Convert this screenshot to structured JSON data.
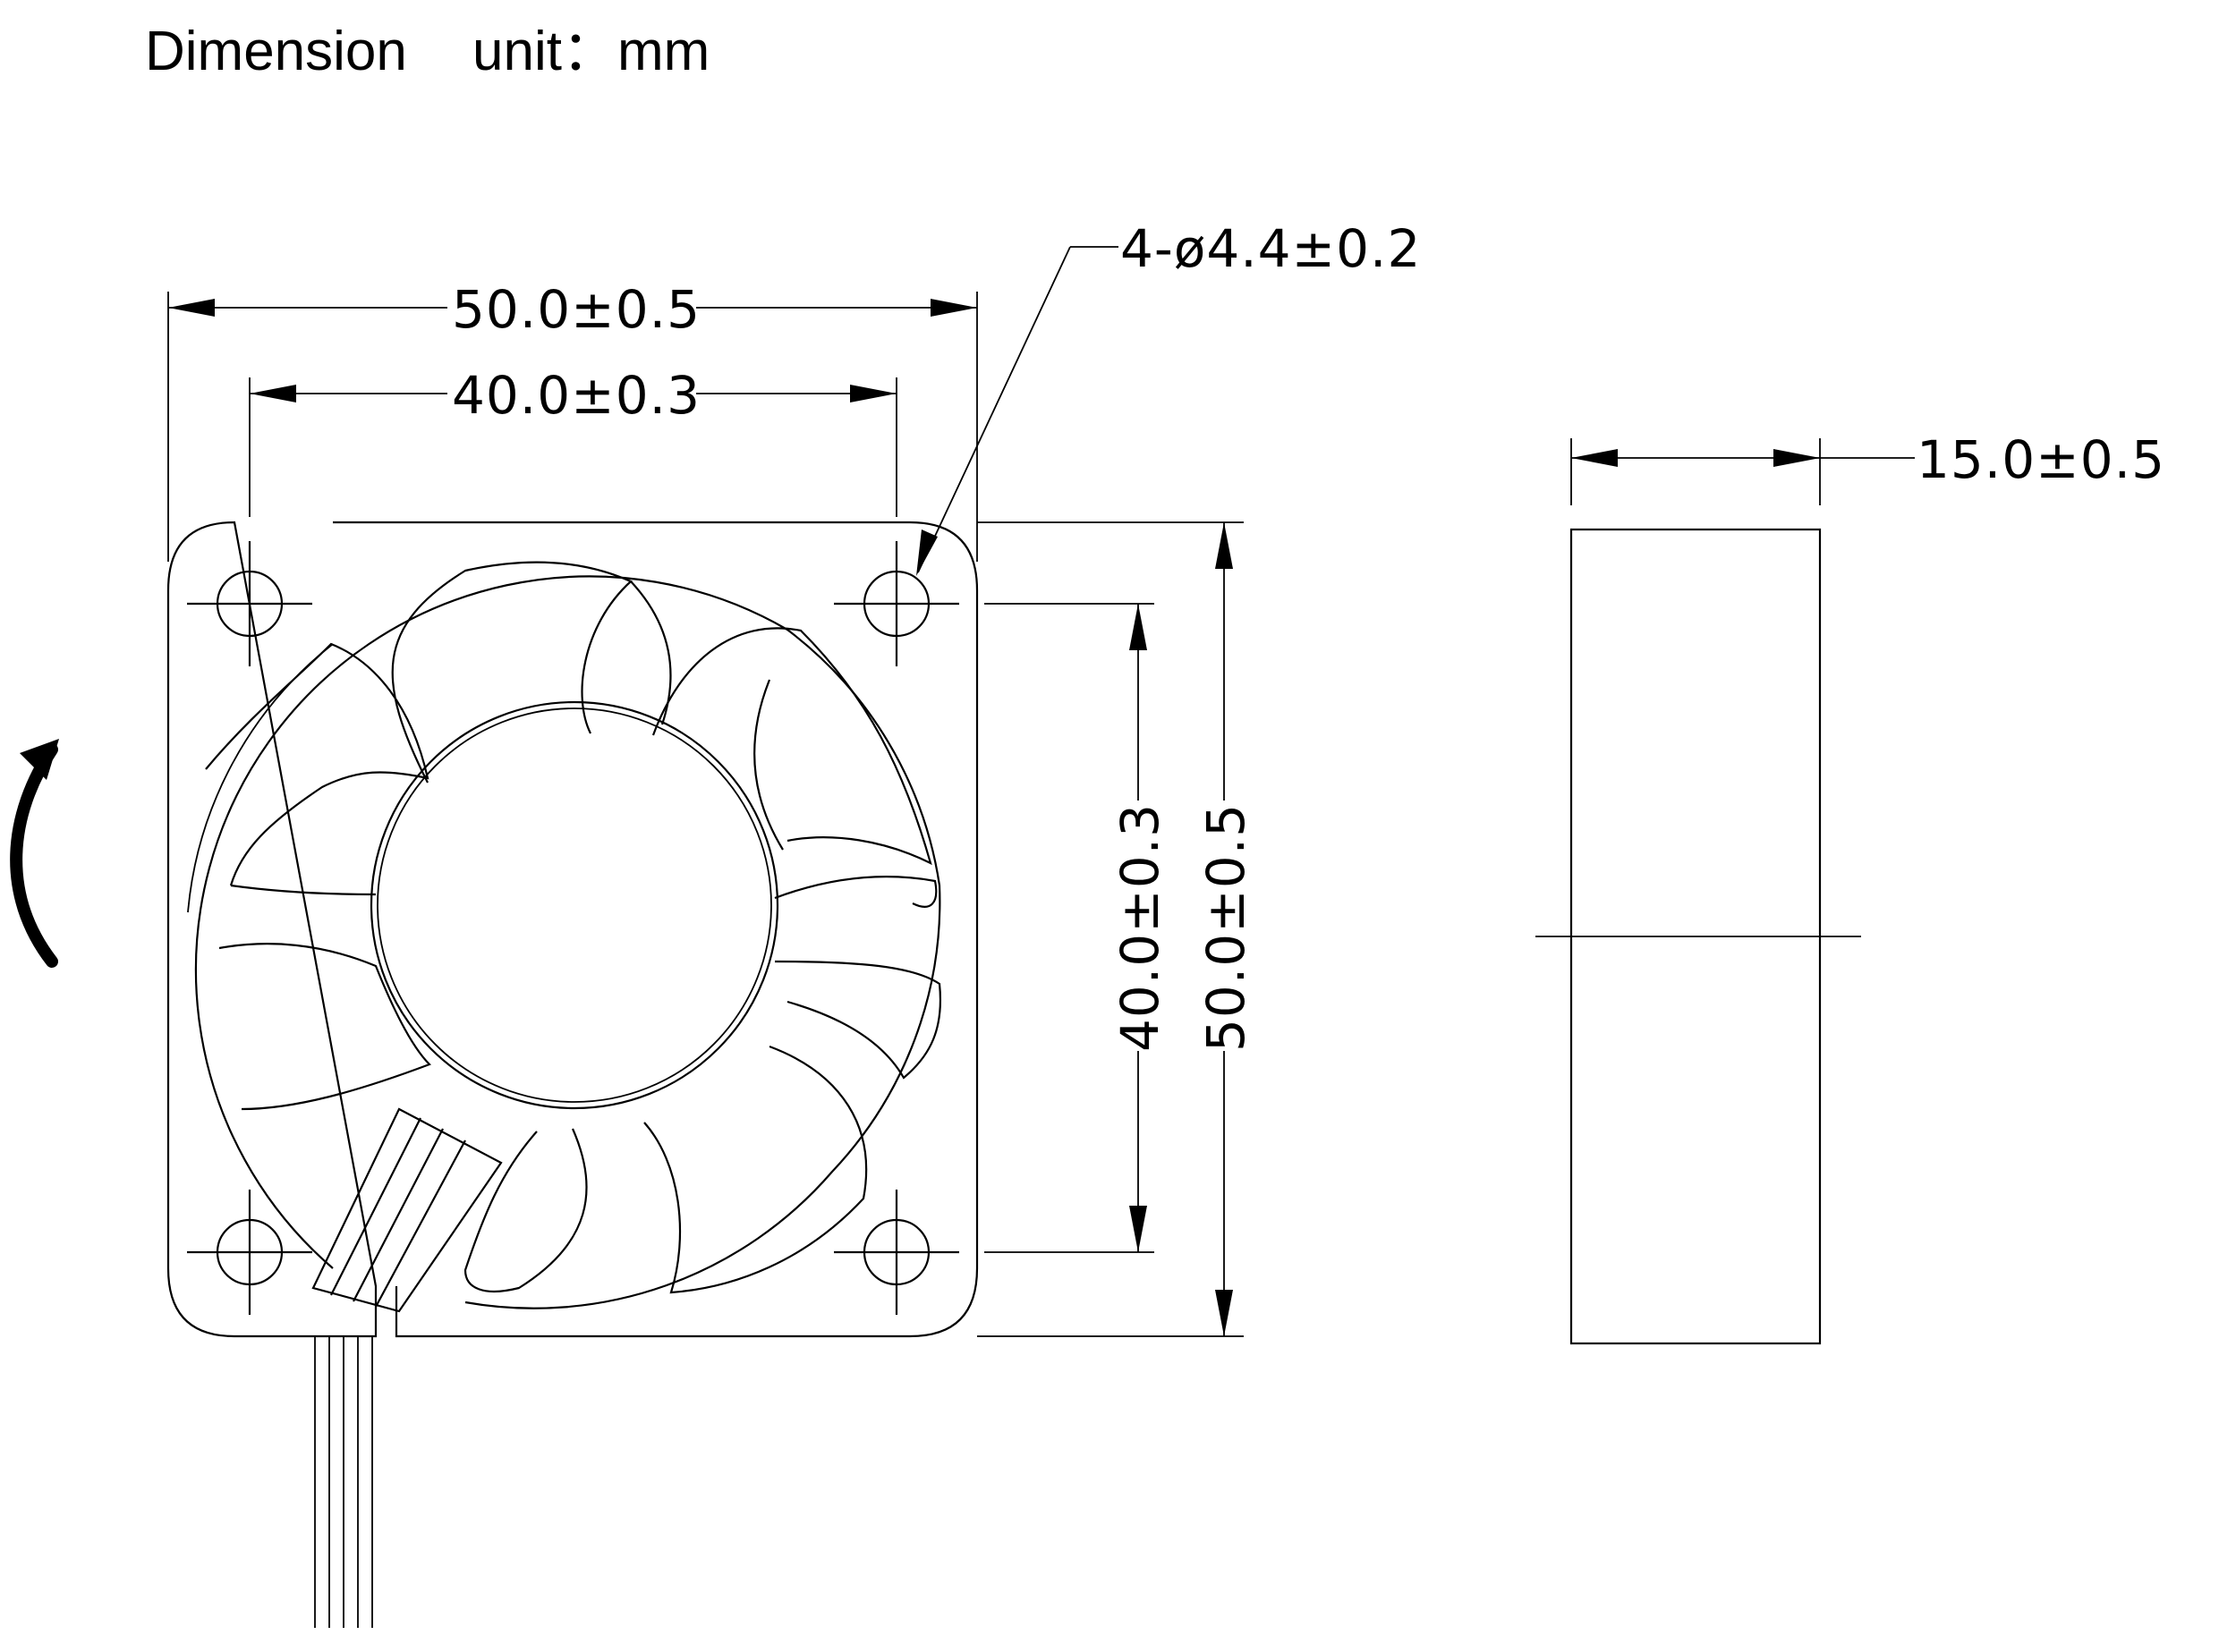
{
  "title": {
    "label": "Dimension",
    "unit_label": "unit：mm"
  },
  "dimensions": {
    "outer_width": "50.0±0.5",
    "hole_spacing_width": "40.0±0.3",
    "hole_spec": "4-ø4.4±0.2",
    "hole_spacing_height": "40.0±0.3",
    "outer_height": "50.0±0.5",
    "thickness": "15.0±0.5"
  },
  "colors": {
    "line": "#000000",
    "background": "#ffffff"
  },
  "icons": {
    "rotation": "rotation-arrow-icon",
    "mount_hole": "crosshair-hole-icon"
  }
}
